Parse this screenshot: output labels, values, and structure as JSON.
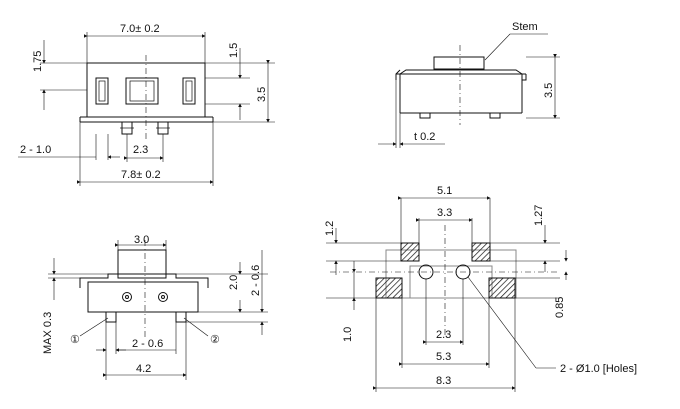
{
  "top_left_view": {
    "width_label": "7.0± 0.2",
    "overall_width_label": "7.8± 0.2",
    "pitch_label": "2.3",
    "pin_width_label": "2 - 1.0",
    "top_height_label": "1.75",
    "right_top_label": "1.5",
    "height_label": "3.5"
  },
  "top_right_view": {
    "stem_label": "Stem",
    "height_label": "3.5",
    "thickness_label": "t 0.2"
  },
  "bottom_left_view": {
    "top_width_label": "3.0",
    "h_label": "2.0",
    "pin_label": "2 - 0.6",
    "max_label": "MAX 0.3",
    "pitch_label": "2 - 0.6",
    "width_label": "4.2",
    "marker_1": "①",
    "marker_2": "②"
  },
  "bottom_right_view": {
    "w1_label": "5.1",
    "w2_label": "3.3",
    "w3_label": "2.3",
    "w4_label": "5.3",
    "w5_label": "8.3",
    "h1_label": "1.2",
    "h2_label": "1.27",
    "h3_label": "0.85",
    "h4_label": "1.0",
    "holes_label": "2 - Ø1.0 [Holes]"
  }
}
